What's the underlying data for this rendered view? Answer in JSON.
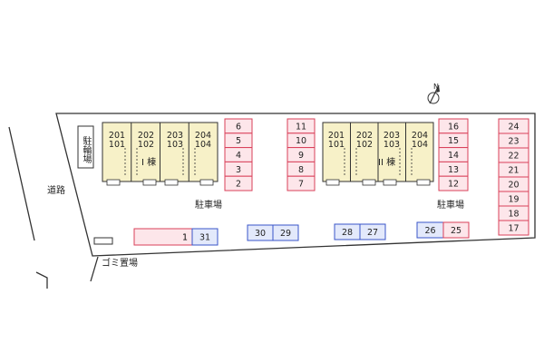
{
  "colors": {
    "building_fill": "#f7f1c8",
    "red_space_fill": "#fde6ea",
    "red_space_stroke": "#d9405a",
    "blue_space_fill": "#e3e9fb",
    "blue_space_stroke": "#3a55c8",
    "site_stroke": "#333333"
  },
  "labels": {
    "road": "道路",
    "bicycle_parking": "駐輪場",
    "garbage": "ゴミ置場",
    "parking_left": "駐車場",
    "parking_right": "駐車場",
    "north": "N"
  },
  "buildings": [
    {
      "name": "I 棟",
      "units": [
        {
          "upper": "201",
          "lower": "101"
        },
        {
          "upper": "202",
          "lower": "102"
        },
        {
          "upper": "203",
          "lower": "103"
        },
        {
          "upper": "204",
          "lower": "104"
        }
      ]
    },
    {
      "name": "II 棟",
      "units": [
        {
          "upper": "201",
          "lower": "101"
        },
        {
          "upper": "202",
          "lower": "102"
        },
        {
          "upper": "203",
          "lower": "103"
        },
        {
          "upper": "204",
          "lower": "104"
        }
      ]
    }
  ],
  "parking_columns": [
    {
      "spaces": [
        "6",
        "5",
        "4",
        "3",
        "2"
      ]
    },
    {
      "spaces": [
        "11",
        "10",
        "9",
        "8",
        "7"
      ]
    },
    {
      "spaces": [
        "16",
        "15",
        "14",
        "13",
        "12"
      ]
    },
    {
      "spaces": [
        "24",
        "23",
        "22",
        "21",
        "20",
        "19",
        "18",
        "17"
      ]
    }
  ],
  "bottom_spaces": [
    {
      "pair": [
        "1",
        "31"
      ],
      "types": [
        "red",
        "blue"
      ]
    },
    {
      "pair": [
        "30",
        "29"
      ],
      "types": [
        "blue",
        "blue"
      ]
    },
    {
      "pair": [
        "28",
        "27"
      ],
      "types": [
        "blue",
        "blue"
      ]
    },
    {
      "pair": [
        "26",
        "25"
      ],
      "types": [
        "blue",
        "red"
      ]
    }
  ]
}
